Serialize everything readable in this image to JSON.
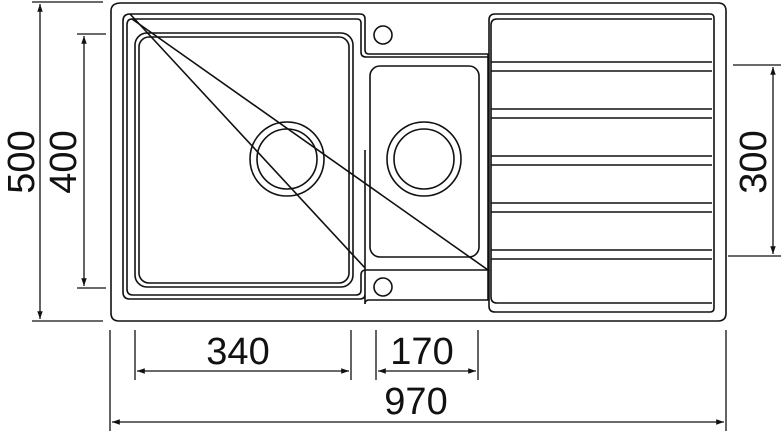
{
  "drawing": {
    "type": "sink-dimension-drawing",
    "line_color": "#111111",
    "background": "#ffffff"
  },
  "dimensions": {
    "overall_width": "970",
    "overall_depth": "500",
    "main_bowl_width": "340",
    "main_bowl_depth": "400",
    "small_bowl_width": "170",
    "drainer_depth": "300"
  },
  "components": {
    "main_bowl": {
      "drain": "waste-outlet"
    },
    "small_bowl": {
      "drain": "waste-outlet"
    },
    "tap_holes": 2,
    "drainer_grooves": 5
  }
}
